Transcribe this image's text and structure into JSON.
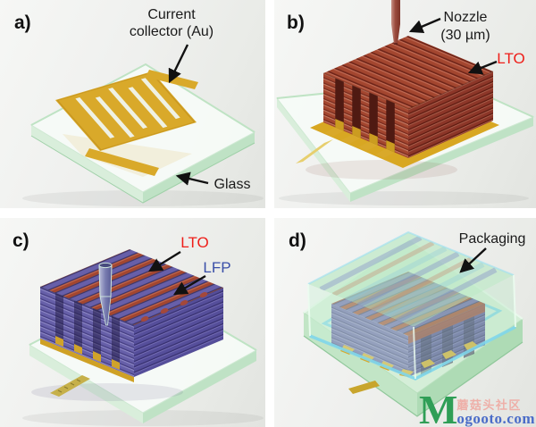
{
  "panels": {
    "a": {
      "tag": "a)",
      "current_collector_label_line1": "Current",
      "current_collector_label_line2": "collector (Au)",
      "glass_label": "Glass"
    },
    "b": {
      "tag": "b)",
      "nozzle_label_line1": "Nozzle",
      "nozzle_label_line2": "(30 µm)",
      "lto_label": "LTO"
    },
    "c": {
      "tag": "c)",
      "lto_label": "LTO",
      "lfp_label": "LFP"
    },
    "d": {
      "tag": "d)",
      "packaging_label": "Packaging"
    }
  },
  "watermark": {
    "initial": "M",
    "community_text": "蘑菇头社区",
    "domain_text": "ogooto.com"
  },
  "colors": {
    "lto_red": "#9e4434",
    "lfp_purple": "#665fa8",
    "gold": "#d9a92a",
    "glass_green": "#bfe3c4",
    "package_green": "#cdeccf",
    "seal_cyan": "#7fd6ea",
    "label_red": "#ee1d18",
    "label_blue": "#3a4fa8",
    "label_black": "#1a1a1a"
  }
}
